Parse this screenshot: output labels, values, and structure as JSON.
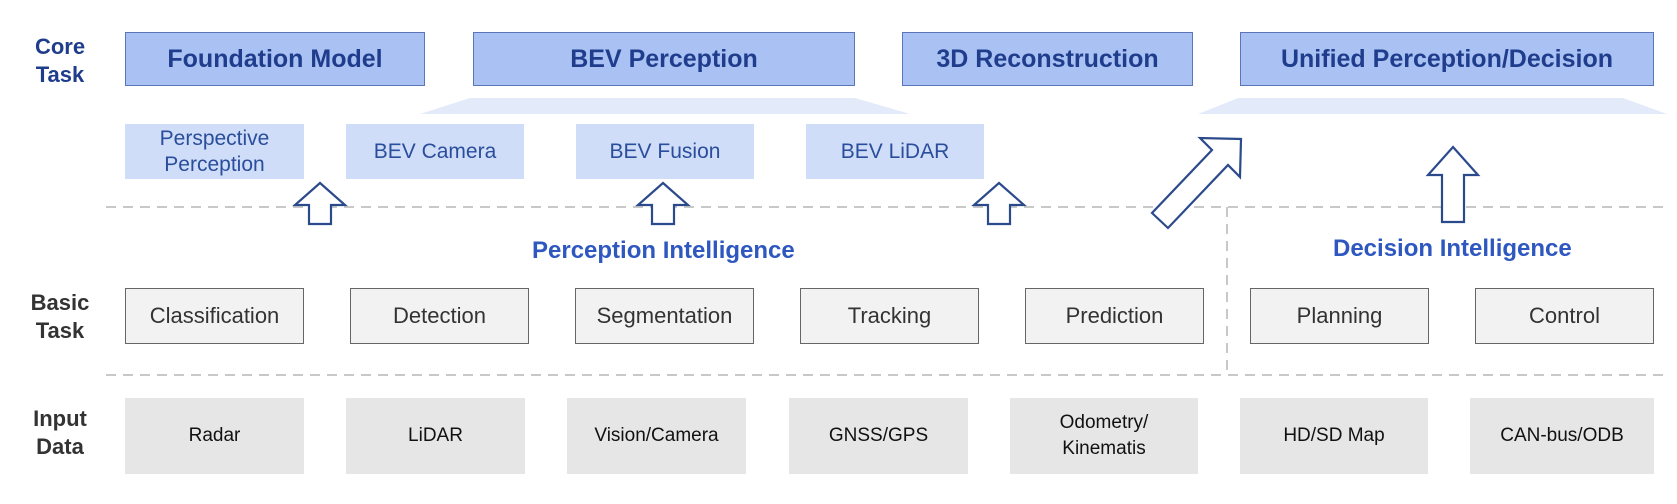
{
  "rows": {
    "core_label": "Core\nTask",
    "basic_label": "Basic\nTask",
    "input_label": "Input\nData"
  },
  "core_tasks": [
    "Foundation Model",
    "BEV Perception",
    "3D Reconstruction",
    "Unified Perception/Decision"
  ],
  "bev_subtasks": [
    "Perspective\nPerception",
    "BEV Camera",
    "BEV Fusion",
    "BEV LiDAR"
  ],
  "intelligence": {
    "perception": "Perception Intelligence",
    "decision": "Decision Intelligence"
  },
  "basic_tasks": [
    "Classification",
    "Detection",
    "Segmentation",
    "Tracking",
    "Prediction",
    "Planning",
    "Control"
  ],
  "input_data": [
    "Radar",
    "LiDAR",
    "Vision/Camera",
    "GNSS/GPS",
    "Odometry/\nKinematis",
    "HD/SD Map",
    "CAN-bus/ODB"
  ],
  "colors": {
    "core_fill": "#a9c2f3",
    "core_text": "#1f3d8c",
    "sub_fill": "#cfddf8",
    "intel_text": "#2e57c0",
    "basic_fill": "#f2f2f2",
    "input_fill": "#e6e6e6"
  },
  "icons": [
    "up-arrow-icon",
    "diagonal-arrow-icon"
  ]
}
